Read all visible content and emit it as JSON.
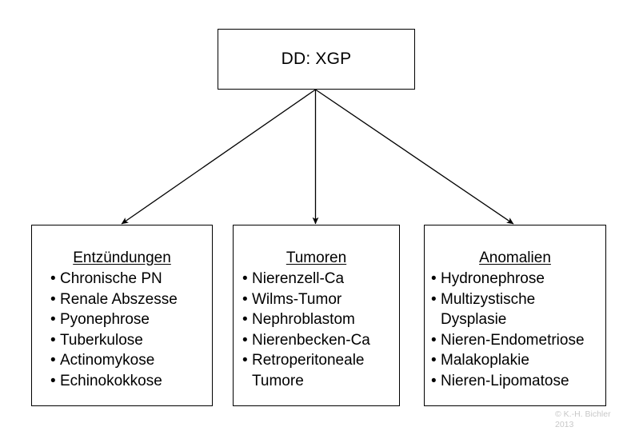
{
  "diagram": {
    "root": {
      "label": "DD: XGP"
    },
    "columns": [
      {
        "id": "inflammation",
        "title": "Entzündungen",
        "items": [
          "Chronische PN",
          "Renale Abszesse",
          "Pyonephrose",
          "Tuberkulose",
          "Actinomykose",
          "Echinokokkose"
        ]
      },
      {
        "id": "tumors",
        "title": "Tumoren",
        "items": [
          "Nierenzell-Ca",
          "Wilms-Tumor",
          "Nephroblastom",
          "Nierenbecken-Ca",
          "Retroperitoneale"
        ],
        "continuations": {
          "4": "Tumore"
        }
      },
      {
        "id": "anomalies",
        "title": "Anomalien",
        "items": [
          "Hydronephrose",
          "Multizystische",
          "Nieren-Endometriose",
          "Malakoplakie",
          "Nieren-Lipomatose"
        ],
        "continuations": {
          "1": "Dysplasie"
        }
      }
    ],
    "bullet_glyph": "•",
    "line_color": "#000000"
  },
  "copyright": {
    "line1": "© K.-H. Bichler",
    "line2": "2013",
    "color": "#c8c8c8"
  }
}
